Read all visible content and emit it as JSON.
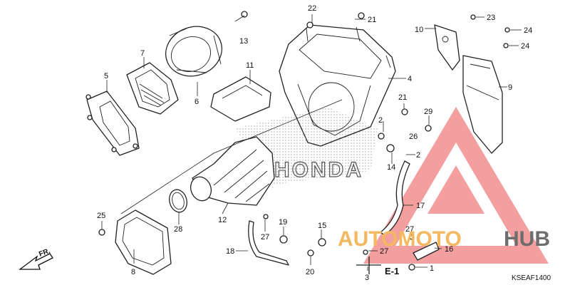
{
  "callouts": {
    "n1": "1",
    "n2a": "2",
    "n2b": "2",
    "n3": "3",
    "n4": "4",
    "n5": "5",
    "n6": "6",
    "n7": "7",
    "n8": "8",
    "n9": "9",
    "n10": "10",
    "n11": "11",
    "n12": "12",
    "n13": "13",
    "n14": "14",
    "n15": "15",
    "n16": "16",
    "n17": "17",
    "n18": "18",
    "n19": "19",
    "n20": "20",
    "n21a": "21",
    "n21b": "21",
    "n22": "22",
    "n23": "23",
    "n24a": "24",
    "n24b": "24",
    "n25": "25",
    "n26": "26",
    "n27a": "27",
    "n27b": "27",
    "n27c": "27",
    "n28": "28",
    "n29": "29"
  },
  "direction_label": "FR.",
  "section_ref": "E-1",
  "diagram_code": "KSEAF1400",
  "housing_brand": "HONDA",
  "watermark": {
    "part1": "AUTOMOTO",
    "part2": "HUB",
    "color_accent": "#f4b860",
    "color_dark": "#6d6d6d",
    "logo_color": "#f08080"
  }
}
